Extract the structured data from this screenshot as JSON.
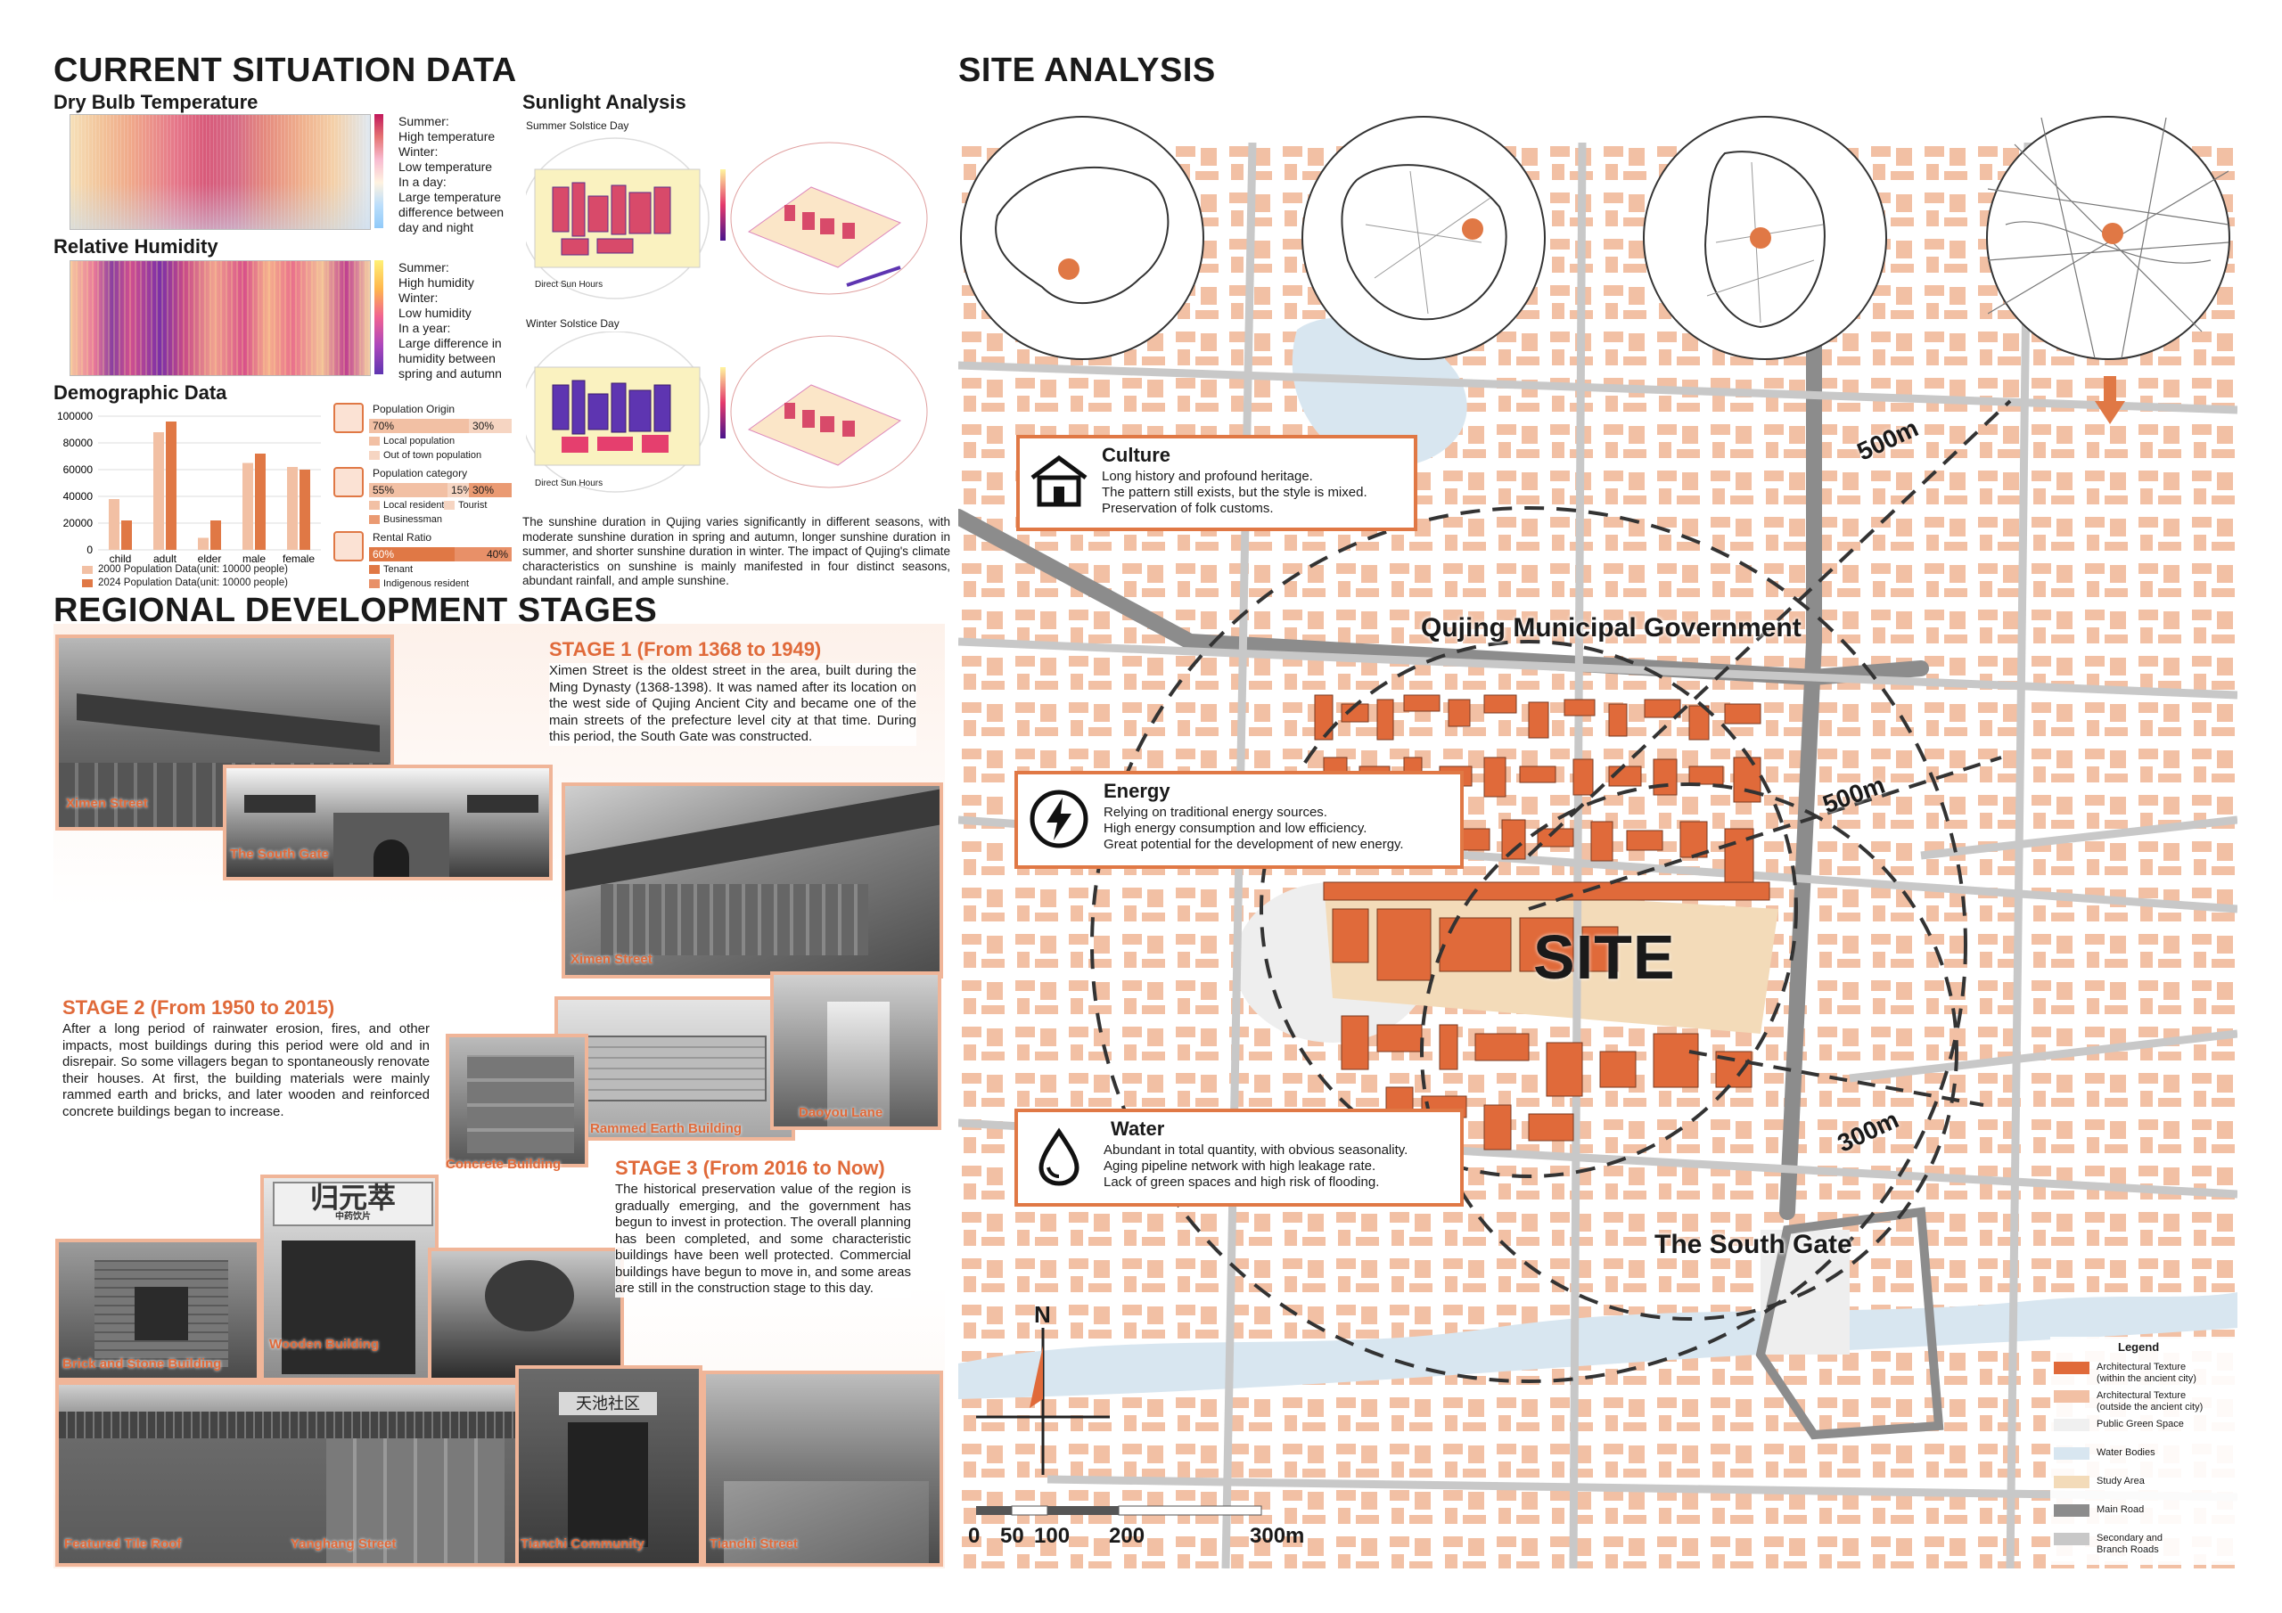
{
  "left": {
    "title": "CURRENT SITUATION DATA",
    "dry_bulb": {
      "title": "Dry Bulb Temperature",
      "notes": [
        "Summer:",
        "High temperature",
        "Winter:",
        "Low temperature",
        "In a day:",
        "Large temperature",
        "difference between",
        "day and night"
      ]
    },
    "humidity": {
      "title": "Relative Humidity",
      "notes": [
        "Summer:",
        "High humidity",
        "Winter:",
        "Low humidity",
        "In a year:",
        "Large difference in",
        "humidity between",
        "spring and autumn"
      ]
    },
    "sunlight": {
      "title": "Sunlight Analysis",
      "summer_label": "Summer Solstice Day",
      "winter_label": "Winter Solstice Day",
      "direct_label": "Direct Sun Hours",
      "description": "The sunshine duration in Qujing varies significantly in different seasons, with moderate sunshine duration in spring and autumn, longer sunshine duration in summer, and shorter sunshine duration in winter. The impact of Qujing's climate characteristics on sunshine is mainly manifested in four distinct seasons, abundant rainfall, and ample sunshine."
    },
    "demographic": {
      "title": "Demographic Data",
      "origin_title": "Population Origin",
      "origin_values": [
        "70%",
        "30%"
      ],
      "origin_legend": [
        "Local population",
        "Out of town population"
      ],
      "category_title": "Population category",
      "category_values": [
        "55%",
        "15%",
        "30%"
      ],
      "category_legend": [
        "Local resident",
        "Tourist",
        "Businessman"
      ],
      "rental_title": "Rental Ratio",
      "rental_values": [
        "60%",
        "40%"
      ],
      "rental_legend": [
        "Tenant",
        "Indigenous resident"
      ]
    },
    "stages_title": "REGIONAL DEVELOPMENT STAGES",
    "stage1": {
      "title": "STAGE 1 (From 1368 to 1949)",
      "text": "Ximen Street is the oldest street in the area, built during the Ming Dynasty (1368-1398). It was named after its location on the west side of Qujing Ancient City and became one of the main streets of the prefecture level city at that time. During this period, the South Gate was constructed."
    },
    "stage2": {
      "title": "STAGE 2 (From 1950 to 2015)",
      "text": "After a long period of rainwater erosion, fires, and other impacts, most buildings during this period were old and in disrepair. So some villagers began to spontaneously renovate their houses. At first, the building materials were mainly rammed earth and bricks, and later wooden and reinforced concrete buildings began to increase."
    },
    "stage3": {
      "title": "STAGE 3 (From 2016 to Now)",
      "text": "The historical preservation value of the region is gradually emerging, and the government has begun to invest in protection. The overall planning has been completed, and some characteristic buildings have been well protected. Commercial buildings have begun to move in, and some areas are still in the construction stage to this day."
    },
    "photo_labels": [
      "Ximen Street",
      "The South Gate",
      "Ximen Street",
      "Rammed Earth Building",
      "Daoyou Lane",
      "Concrete Building",
      "Wooden Building",
      "Brick and Stone Building",
      "Featured Tile Roof",
      "Tianchi Community",
      "Yanghang Street",
      "Tianchi Street"
    ],
    "sign_text": "归元萃",
    "sign_sub": "中药饮片",
    "gate_text": "天池社区"
  },
  "chart_data": {
    "type": "bar",
    "categories": [
      "child",
      "adult",
      "elder",
      "male",
      "female"
    ],
    "series": [
      {
        "name": "2000 Population Data(unit: 10000 people)",
        "values": [
          38000,
          88000,
          9000,
          65000,
          62000
        ]
      },
      {
        "name": "2024 Population Data(unit: 10000 people)",
        "values": [
          22000,
          96000,
          22000,
          72000,
          60000
        ]
      }
    ],
    "yticks": [
      "0",
      "20000",
      "40000",
      "60000",
      "80000",
      "100000"
    ],
    "ylim": [
      0,
      100000
    ],
    "colors": [
      "#f2c0a4",
      "#e07845"
    ]
  },
  "right": {
    "title": "SITE ANALYSIS",
    "culture": {
      "title": "Culture",
      "lines": [
        "Long history and profound heritage.",
        "The pattern still exists, but the style is mixed.",
        "Preservation of folk customs."
      ]
    },
    "energy": {
      "title": "Energy",
      "lines": [
        "Relying on traditional energy sources.",
        "High energy consumption and low efficiency.",
        "Great potential for the development of new energy."
      ]
    },
    "water": {
      "title": "Water",
      "lines": [
        "Abundant in total quantity, with obvious seasonality.",
        "Aging pipeline network with high leakage rate.",
        "Lack of green spaces and high risk of flooding."
      ]
    },
    "labels": {
      "government": "Qujing Municipal Government",
      "site": "SITE",
      "south_gate": "The South Gate",
      "r500a": "500m",
      "r500b": "500m",
      "r300": "300m",
      "north": "N"
    },
    "scale": [
      "0",
      "50",
      "100",
      "200",
      "300m"
    ],
    "legend": {
      "title": "Legend",
      "items": [
        {
          "label": "Architectural Texture",
          "sub": "(within the ancient city)",
          "color": "#e06a3a"
        },
        {
          "label": "Architectural Texture",
          "sub": "(outside the ancient city)",
          "color": "#f2c0a4"
        },
        {
          "label": "Public Green Space",
          "sub": "",
          "color": "#f0f0f0"
        },
        {
          "label": "Water Bodies",
          "sub": "",
          "color": "#d8e6f0"
        },
        {
          "label": "Study Area",
          "sub": "",
          "color": "#f3dbb9"
        },
        {
          "label": "Main Road",
          "sub": "",
          "color": "#8c8c8c"
        },
        {
          "label": "Secondary and",
          "sub": "Branch Roads",
          "color": "#c8c8c8"
        }
      ]
    },
    "colors": {
      "accent": "#e07845",
      "building_in": "#e06a3a",
      "building_out": "#f2c0a4",
      "study": "#f3dbb9",
      "water": "#d8e6f0"
    }
  }
}
